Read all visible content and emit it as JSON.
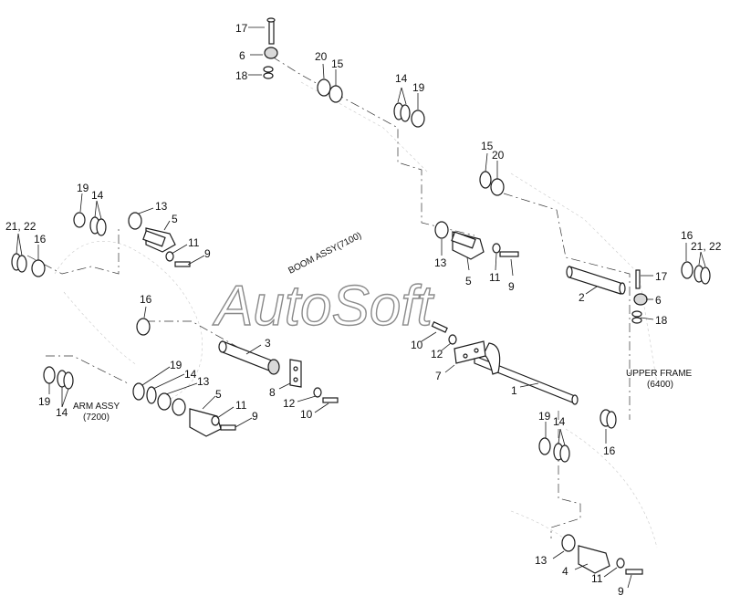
{
  "watermark": "AutoSoft",
  "assembly_labels": {
    "boom_assy": "BOOM ASSY(7100)",
    "upper_frame_line1": "UPPER FRAME",
    "upper_frame_line2": "(6400)",
    "arm_assy_line1": "ARM ASSY",
    "arm_assy_line2": "(7200)"
  },
  "callouts": {
    "top_bolt": {
      "n17": "17",
      "n6": "6",
      "n18": "18"
    },
    "top_washers_a": {
      "n20": "20",
      "n15": "15"
    },
    "top_washers_b": {
      "n14": "14",
      "n19": "19"
    },
    "right_washers_a": {
      "n15": "15",
      "n20": "20"
    },
    "mid_pin": {
      "n13": "13",
      "n5": "5",
      "n11": "11",
      "n9": "9"
    },
    "left_upper": {
      "n19": "19",
      "n14": "14",
      "n21_22": "21, 22",
      "n16": "16",
      "n13": "13",
      "n5": "5",
      "n11": "11",
      "n9": "9"
    },
    "left_mid": {
      "n16": "16",
      "n3": "3",
      "n8": "8",
      "n12": "12",
      "n10": "10"
    },
    "left_lower": {
      "n19a": "19",
      "n14a": "14",
      "n19b": "19",
      "n14b": "14",
      "n13": "13",
      "n5": "5",
      "n11": "11",
      "n9": "9"
    },
    "center": {
      "n10": "10",
      "n12": "12",
      "n7": "7",
      "n1": "1",
      "n2": "2"
    },
    "right_side": {
      "n16": "16",
      "n21_22": "21, 22",
      "n17": "17",
      "n6": "6",
      "n18": "18",
      "n16b": "16"
    },
    "bottom": {
      "n19": "19",
      "n14": "14",
      "n13": "13",
      "n4": "4",
      "n11": "11",
      "n9": "9"
    }
  }
}
